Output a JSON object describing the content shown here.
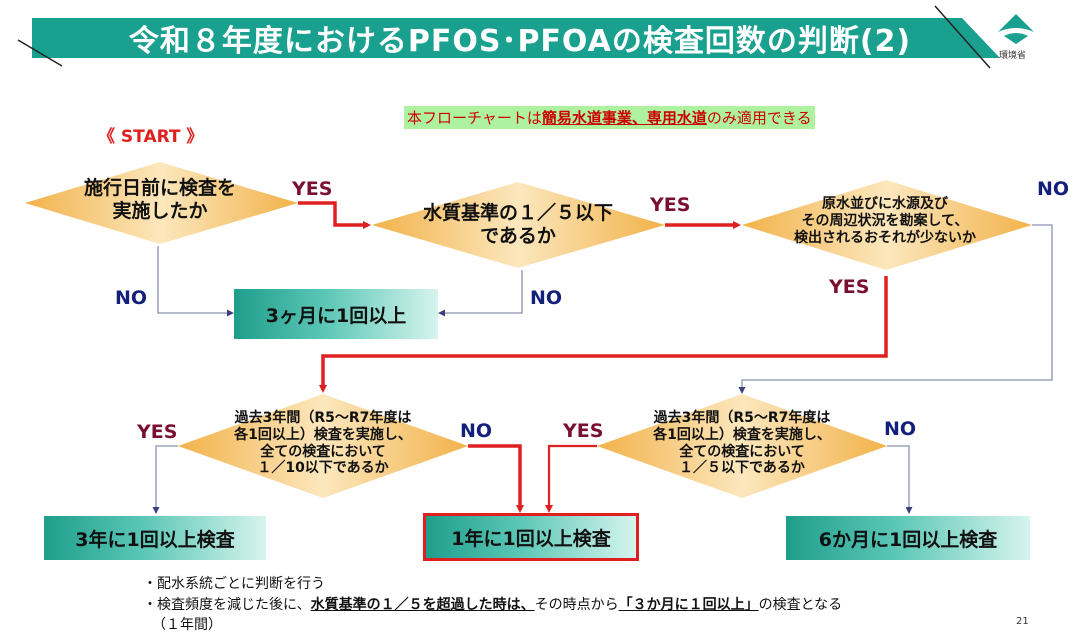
{
  "title": "令和８年度におけるPFOS･PFOAの検査回数の判断(2)",
  "logo_text": "環境省",
  "note": {
    "pre": "本フローチャートは",
    "emphasis": "簡易水道事業、専用水道",
    "post": "のみ適用できる"
  },
  "start_label": "《 START 》",
  "decisions": {
    "d1": [
      "施行日前に検査を",
      "実施したか"
    ],
    "d2": [
      "水質基準の１／５以下",
      "であるか"
    ],
    "d3": [
      "原水並びに水源及び",
      "その周辺状況を勘案して、",
      "検出されるおそれが少ないか"
    ],
    "d4": [
      "過去3年間（R5～R7年度は",
      "各1回以上）検査を実施し、",
      "全ての検査において",
      "１／10以下であるか"
    ],
    "d5": [
      "過去3年間（R5～R7年度は",
      "各1回以上）検査を実施し、",
      "全ての検査において",
      "１／５以下であるか"
    ]
  },
  "labels": {
    "yes": "YES",
    "no": "NO"
  },
  "results": {
    "r1": "3ヶ月に1回以上",
    "r2": "3年に1回以上検査",
    "r3": "1年に1回以上検査",
    "r4": "6か月に1回以上検査"
  },
  "footnotes": {
    "line1": "・配水系統ごとに判断を行う",
    "line2_pre": "・検査頻度を減じた後に、",
    "line2_emph": "水質基準の１／５を超過した時は、",
    "line2_mid": "その時点から",
    "line2_emph2": "「３か月に１回以上」",
    "line2_post": "の検査となる",
    "line3": "（１年間）"
  },
  "page_number": "21",
  "colors": {
    "banner": "#1aa08f",
    "diamond_light": "#fdebc4",
    "diamond_dark": "#f2b24a",
    "red_arrow": "#e02020",
    "grey_line": "#8a8fb0"
  }
}
